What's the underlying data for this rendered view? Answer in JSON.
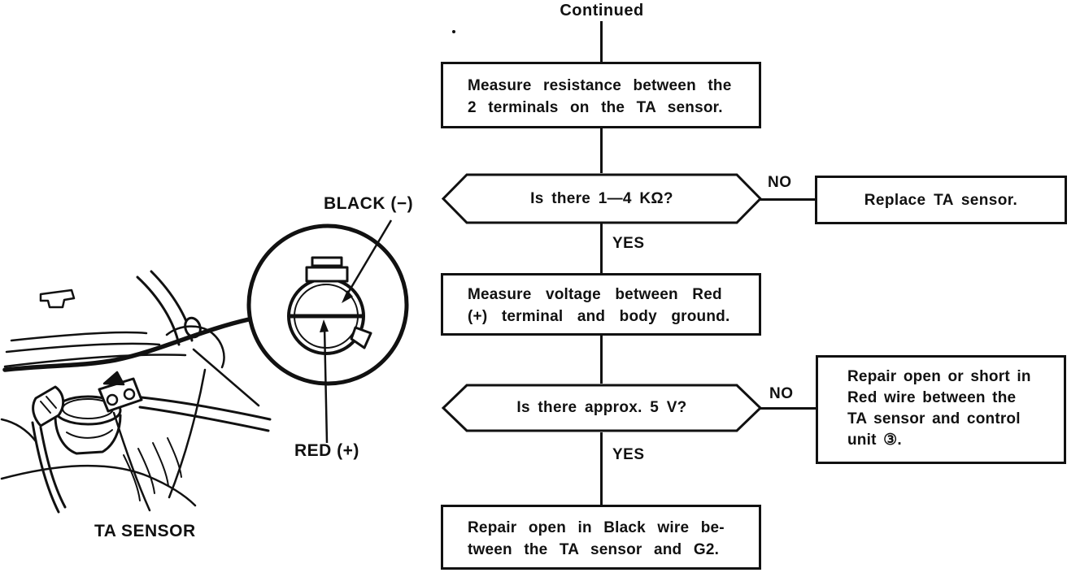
{
  "colors": {
    "ink": "#111111",
    "paper": "#ffffff"
  },
  "header": {
    "continued": "Continued"
  },
  "labels": {
    "yes": "YES",
    "no": "NO"
  },
  "flow": {
    "measure_resistance": "Measure resistance between the\n2 terminals on the TA sensor.",
    "q_resistance": "Is there 1—4 KΩ?",
    "replace_sensor": "Replace TA sensor.",
    "measure_voltage": "Measure voltage between Red\n(+) terminal and body ground.",
    "q_voltage": "Is there approx. 5 V?",
    "repair_red": "Repair open or short in\nRed wire between the\nTA sensor and control\nunit ③.",
    "repair_black": "Repair open in Black wire be-\ntween the TA sensor and G2."
  },
  "illustration": {
    "black_terminal": "BLACK (−)",
    "red_terminal": "RED (+)",
    "sensor_name": "TA SENSOR"
  }
}
